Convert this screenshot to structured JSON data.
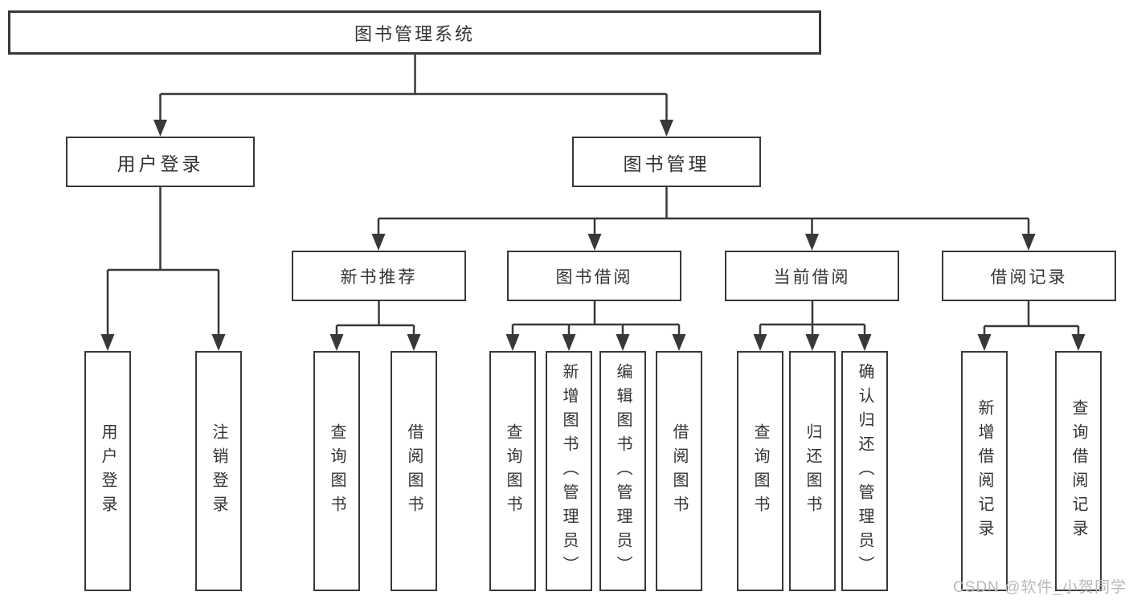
{
  "diagram_title": "图书管理系统",
  "colors": {
    "line": "#383838",
    "text": "#333333",
    "box_background": "#ffffff",
    "page_background": "#ffffff",
    "watermark": "#b9b9b9"
  },
  "tree": {
    "root": "图书管理系统",
    "children": [
      {
        "label": "用户登录",
        "children": [
          "用户登录",
          "注销登录"
        ]
      },
      {
        "label": "图书管理",
        "children": [
          {
            "label": "新书推荐",
            "children": [
              "查询图书",
              "借阅图书"
            ]
          },
          {
            "label": "图书借阅",
            "children": [
              "查询图书",
              "新增图书（管理员）",
              "编辑图书（管理员）",
              "借阅图书"
            ]
          },
          {
            "label": "当前借阅",
            "children": [
              "查询图书",
              "归还图书",
              "确认归还（管理员）"
            ]
          },
          {
            "label": "借阅记录",
            "children": [
              "新增借阅记录",
              "查询借阅记录"
            ]
          }
        ]
      }
    ]
  },
  "watermark": "CSDN @软件_小贺同学"
}
